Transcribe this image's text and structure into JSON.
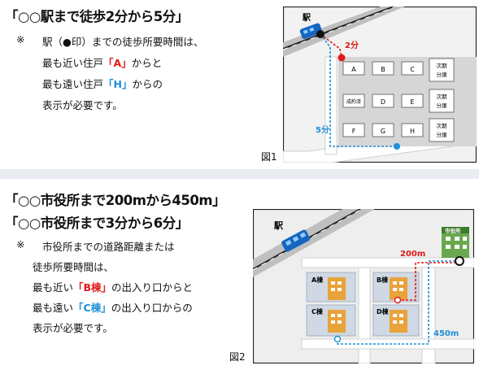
{
  "section1": {
    "heading": "「○○駅まで徒歩2分から5分」",
    "note_mark": "※",
    "line1": "駅（●印）までの徒歩所要時間は、",
    "line2_pre": "最も近い住戸",
    "line2_hl": "「A」",
    "line2_post": "からと",
    "line3_pre": "最も遠い住戸",
    "line3_hl": "「H」",
    "line3_post": "からの",
    "line4": "表示が必要です。",
    "figure_label": "図1",
    "map": {
      "station": "駅",
      "near_time": "2分",
      "far_time": "5分",
      "units": [
        "A",
        "B",
        "C",
        "成約済",
        "D",
        "E",
        "F",
        "G",
        "H"
      ],
      "future1": [
        "次期",
        "分譲"
      ],
      "future2": [
        "次期",
        "分譲"
      ],
      "future3": [
        "次期",
        "分譲"
      ]
    }
  },
  "section2": {
    "heading1": "「○○市役所まで200mから450m」",
    "heading2": "「○○市役所まで3分から6分」",
    "note_mark": "※",
    "line1": "市役所までの道路距離または",
    "line2": "徒歩所要時間は、",
    "line3_pre": "最も近い",
    "line3_hl": "「B棟」",
    "line3_post": "の出入り口からと",
    "line4_pre": "最も遠い",
    "line4_hl": "「C棟」",
    "line4_post": "の出入り口からの",
    "line5": "表示が必要です。",
    "figure_label": "図2",
    "map": {
      "station": "駅",
      "city_hall": "市役所",
      "near_dist": "200m",
      "far_dist": "450m",
      "buildings": [
        "A棟",
        "B棟",
        "C棟",
        "D棟"
      ]
    }
  },
  "colors": {
    "near": "#e01a1a",
    "far": "#1d8fd6",
    "train": "#1565c0",
    "band": "#e9ecf1"
  }
}
